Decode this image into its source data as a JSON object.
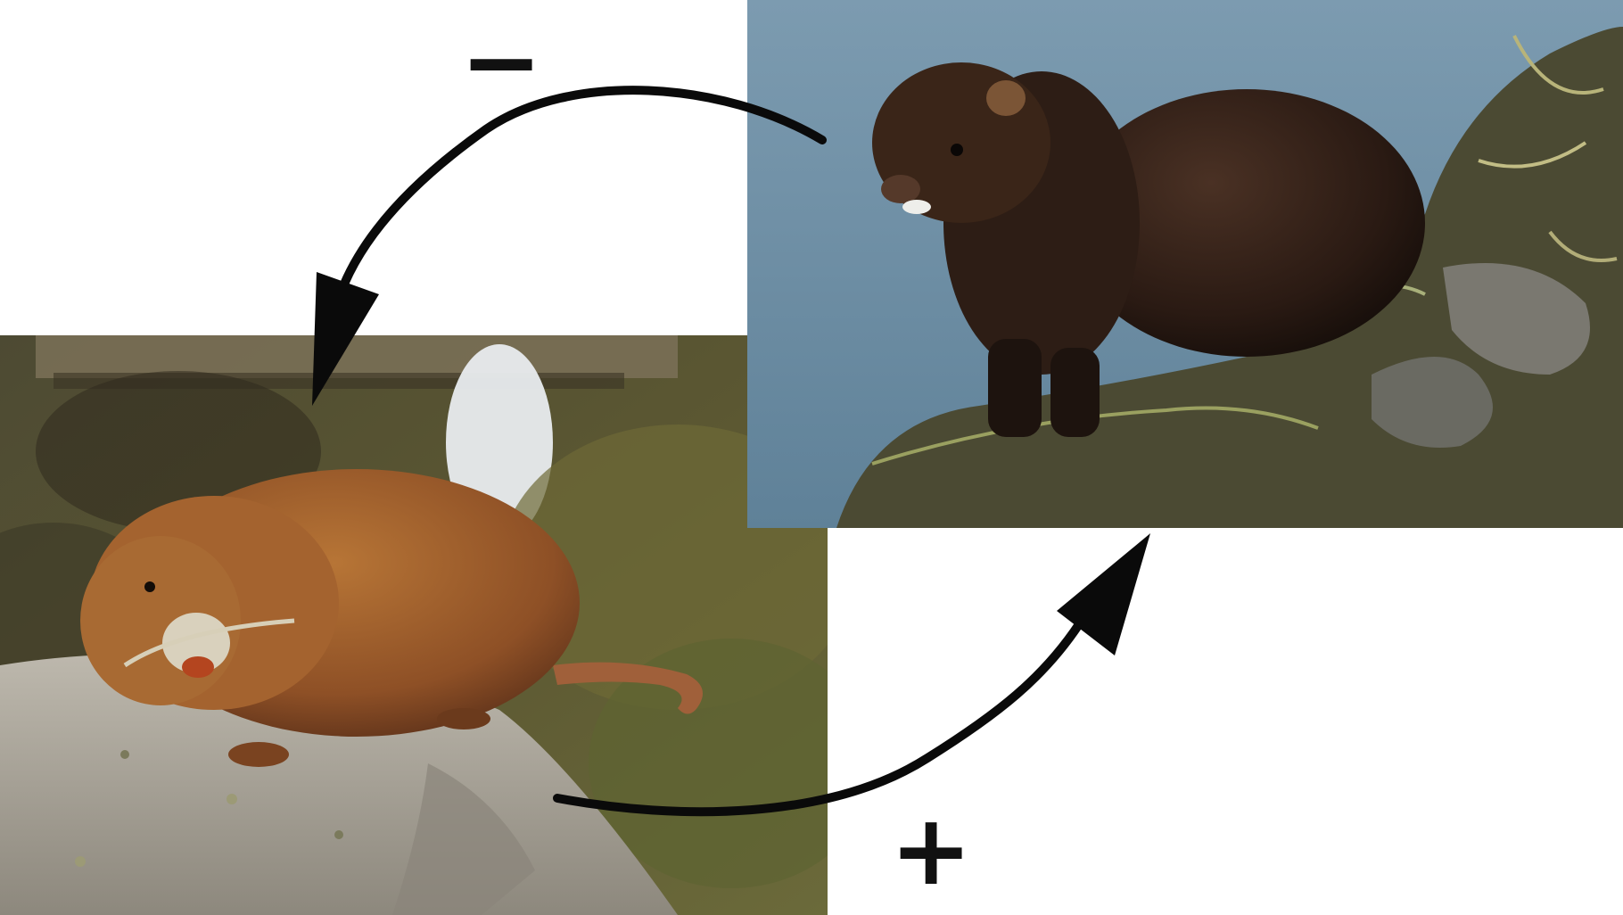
{
  "diagram": {
    "labels": {
      "negative": "−",
      "positive": "+"
    },
    "nodes": [
      {
        "id": "vole",
        "kind": "photo"
      },
      {
        "id": "mink",
        "kind": "photo"
      }
    ],
    "edges": [
      {
        "from": "mink",
        "to": "vole",
        "sign": "−"
      },
      {
        "from": "vole",
        "to": "mink",
        "sign": "+"
      }
    ],
    "colors": {
      "arrow": "#0a0a0a",
      "background": "#ffffff",
      "water": "#6d8ea3",
      "mink_fur": "#2a1c16",
      "vole_fur": "#9a5a2a",
      "rock": "#a7a39a",
      "grass": "#6d7a3a"
    }
  }
}
